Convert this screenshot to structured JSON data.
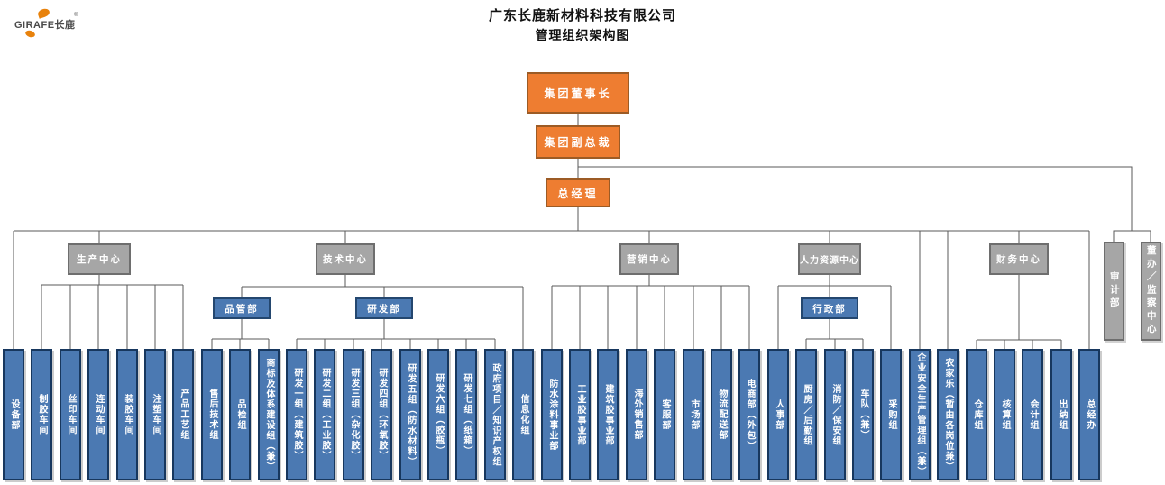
{
  "title": {
    "line1": "广东长鹿新材料科技有限公司",
    "line2": "管理组织架构图"
  },
  "logo": {
    "text": "GIRAFE长鹿",
    "reg": "®"
  },
  "executives": {
    "chairman": "集团董事长",
    "vice_president": "集团副总裁",
    "general_manager": "总经理"
  },
  "centers": {
    "production": "生产中心",
    "technology": "技术中心",
    "marketing": "营销中心",
    "hr": "人力资源中心",
    "finance": "财务中心"
  },
  "staff": {
    "audit": "审计部",
    "board": "董办／监察中心"
  },
  "departments": {
    "quality": "品管部",
    "rnd": "研发部",
    "admin": "行政部"
  },
  "units": [
    "设备部",
    "制胶车间",
    "丝印车间",
    "连动车间",
    "装胶车间",
    "注塑车间",
    "产品工艺组",
    "售后技术组",
    "品检组",
    "商标及体系建设组（兼）",
    "研发一组（建筑胶）",
    "研发二组（工业胶）",
    "研发三组（杂化胶）",
    "研发四组（环氧胶）",
    "研发五组（防水材料）",
    "研发六组（胶瓶）",
    "研发七组（纸箱）",
    "政府项目／知识产权组",
    "信息化组",
    "防水涂料事业部",
    "工业胶事业部",
    "建筑胶事业部",
    "海外销售部",
    "客服部",
    "市场部",
    "物流配送部",
    "电商部（外包）",
    "人事部",
    "厨房／后勤组",
    "消防／保安组",
    "车队（兼）",
    "采购组",
    "企业安全生产管理组（兼）",
    "农家乐（暂由各岗位兼）",
    "仓库组",
    "核算组",
    "会计组",
    "出纳组",
    "总经办"
  ],
  "colors": {
    "executive_fill": "#EE7D31",
    "center_fill": "#A6A6A6",
    "department_fill": "#4B79B2",
    "connector": "#5A5A5A"
  }
}
